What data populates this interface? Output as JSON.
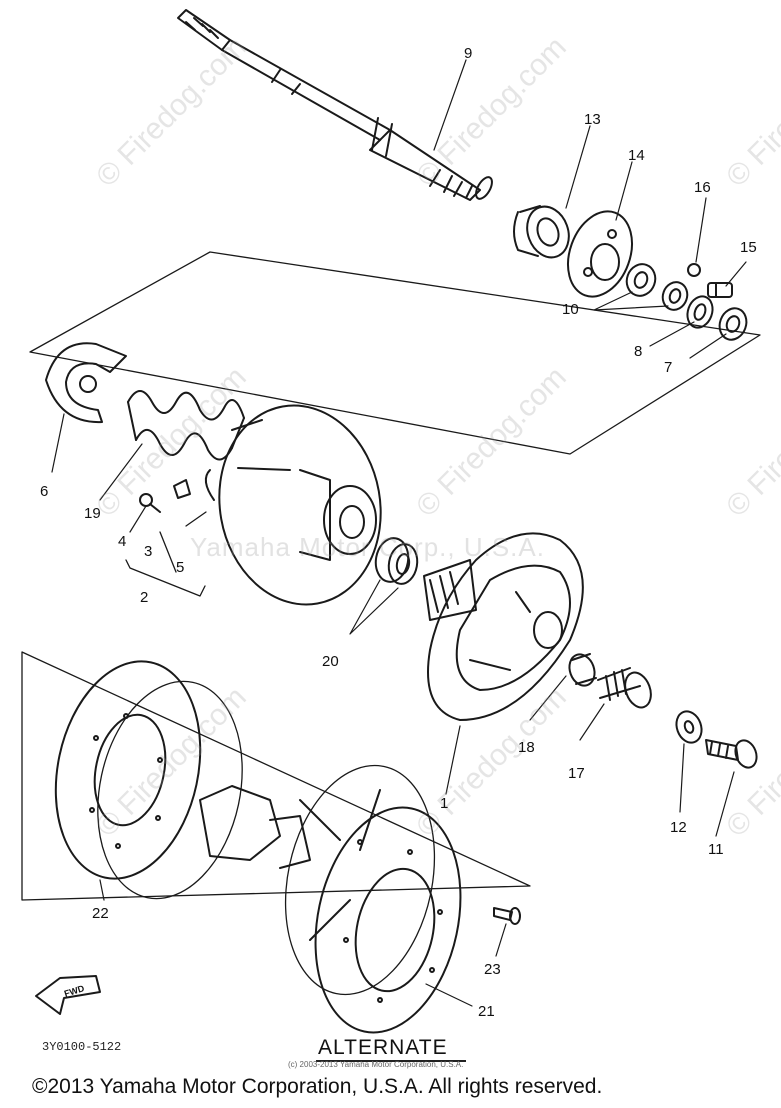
{
  "callouts": {
    "c9": "9",
    "c13": "13",
    "c14": "14",
    "c16": "16",
    "c15": "15",
    "c10": "10",
    "c8": "8",
    "c7": "7",
    "c6": "6",
    "c19": "19",
    "c4": "4",
    "c3": "3",
    "c5": "5",
    "c2": "2",
    "c20": "20",
    "c18": "18",
    "c17": "17",
    "c1": "1",
    "c12": "12",
    "c11": "11",
    "c22": "22",
    "c23": "23",
    "c21": "21"
  },
  "labels": {
    "alternate": "ALTERNATE",
    "fwd": "FWD",
    "part_code": "3Y0100-5122",
    "small_copyright": "(c) 2003-2013 Yamaha Motor Corporation, U.S.A.",
    "copyright": "©2013 Yamaha Motor Corporation, U.S.A. All rights reserved."
  },
  "watermarks": {
    "site": "© Firedog.com",
    "center": "Yamaha Motor Corp., U.S.A."
  },
  "colors": {
    "line": "#1a1a1a",
    "watermark": "#b0b0b0"
  }
}
